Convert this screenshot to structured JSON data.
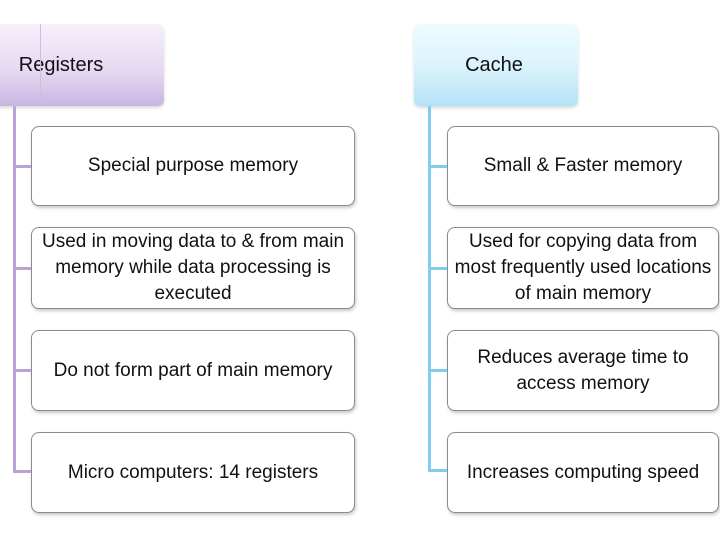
{
  "columns": [
    {
      "header": "Registers",
      "items": [
        "Special purpose memory",
        "Used in moving data to & from main memory while data processing is executed",
        "Do not form part of main memory",
        "Micro computers: 14 registers"
      ]
    },
    {
      "header": "Cache",
      "items": [
        "Small & Faster memory",
        "Used for copying data from most frequently used locations of main memory",
        "Reduces average time to access memory",
        "Increases computing speed"
      ]
    }
  ],
  "colors": {
    "registers_header": "#e6daf2",
    "registers_connector": "#b9a2d6",
    "cache_header": "#d9f2fc",
    "cache_connector": "#7fcdee",
    "box_border": "#8c8c8c"
  }
}
